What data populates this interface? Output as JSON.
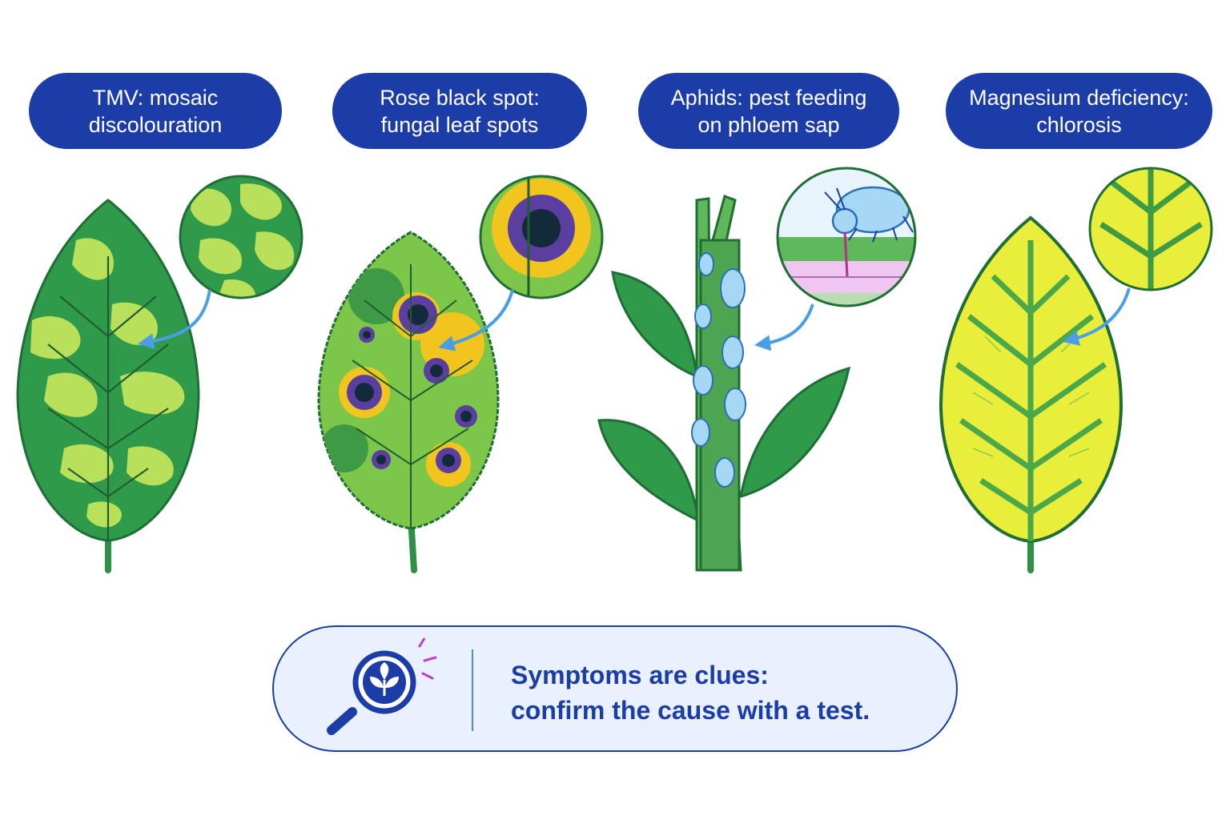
{
  "labels": {
    "tmv": "TMV: mosaic\ndiscolouration",
    "black_spot": "Rose black spot:\nfungal leaf spots",
    "aphids": "Aphids: pest feeding\non phloem sap",
    "magnesium": "Magnesium deficiency:\nchlorosis"
  },
  "callout": {
    "line1": "Symptoms are clues:",
    "line2": "confirm the cause with a test."
  },
  "icons": {
    "callout_icon": "magnifier-with-plant-icon",
    "pointer": "curved-arrow-icon"
  },
  "colors": {
    "label_bg": "#1c3ca8",
    "label_text": "#ffffff",
    "leaf_green": "#2f9a4a",
    "leaf_light": "#b8e05a",
    "spot_purple": "#5b3fa0",
    "spot_yellow": "#f2c51e",
    "aphid_blue": "#a6d8f5",
    "chlorosis_yellow": "#e8ee3a",
    "arrow_blue": "#4a9ee6",
    "callout_bg": "#e8f1fd",
    "callout_border": "#1c3ca8"
  }
}
